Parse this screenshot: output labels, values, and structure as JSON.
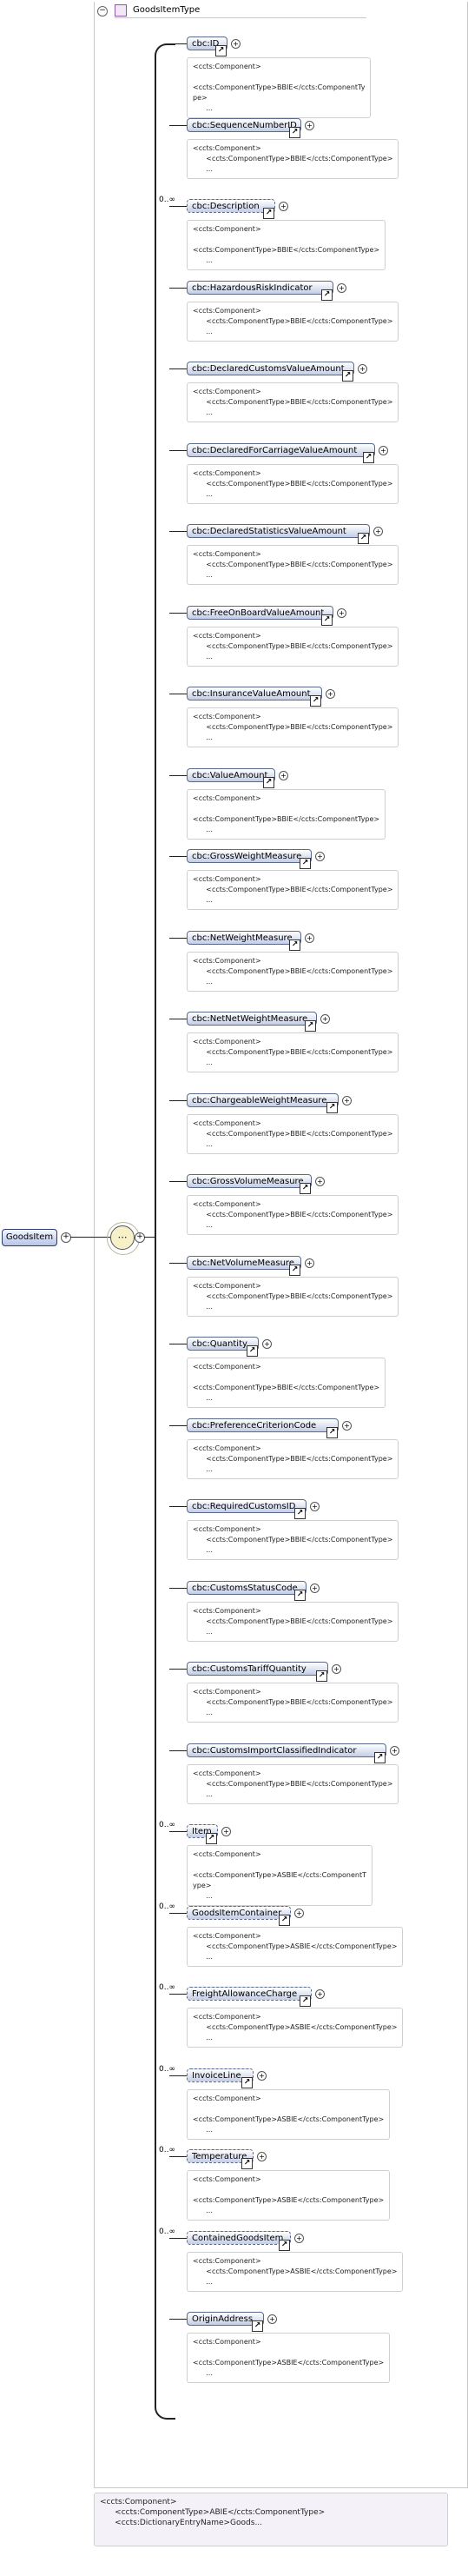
{
  "type_name": "GoodsItemType",
  "root_element": "GoodsItem",
  "collapse_symbol": "−",
  "plus_symbol": "+",
  "link_symbol": "↗",
  "seq_symbol": "⋯",
  "bottom_annotation": "<ccts:Component>\n      <ccts:ComponentType>ABIE</ccts:ComponentType>\n      <ccts:DictionaryEntryName>Goods...",
  "elements": [
    {
      "name": "cbc:ID",
      "occ": "",
      "ann": "<ccts:Component>\n\n<ccts:ComponentType>BBIE</ccts:ComponentTy\npe>\n      ..."
    },
    {
      "name": "cbc:SequenceNumberID",
      "occ": "",
      "ann": "<ccts:Component>\n      <ccts:ComponentType>BBIE</ccts:ComponentType>\n      ..."
    },
    {
      "name": "cbc:Description",
      "occ": "0..∞",
      "ann": "<ccts:Component>\n\n<ccts:ComponentType>BBIE</ccts:ComponentType>\n      ..."
    },
    {
      "name": "cbc:HazardousRiskIndicator",
      "occ": "",
      "ann": "<ccts:Component>\n      <ccts:ComponentType>BBIE</ccts:ComponentType>\n      ..."
    },
    {
      "name": "cbc:DeclaredCustomsValueAmount",
      "occ": "",
      "ann": "<ccts:Component>\n      <ccts:ComponentType>BBIE</ccts:ComponentType>\n      ..."
    },
    {
      "name": "cbc:DeclaredForCarriageValueAmount",
      "occ": "",
      "ann": "<ccts:Component>\n      <ccts:ComponentType>BBIE</ccts:ComponentType>\n      ..."
    },
    {
      "name": "cbc:DeclaredStatisticsValueAmount",
      "occ": "",
      "ann": "<ccts:Component>\n      <ccts:ComponentType>BBIE</ccts:ComponentType>\n      ..."
    },
    {
      "name": "cbc:FreeOnBoardValueAmount",
      "occ": "",
      "ann": "<ccts:Component>\n      <ccts:ComponentType>BBIE</ccts:ComponentType>\n      ..."
    },
    {
      "name": "cbc:InsuranceValueAmount",
      "occ": "",
      "ann": "<ccts:Component>\n      <ccts:ComponentType>BBIE</ccts:ComponentType>\n      ..."
    },
    {
      "name": "cbc:ValueAmount",
      "occ": "",
      "ann": "<ccts:Component>\n\n<ccts:ComponentType>BBIE</ccts:ComponentType>\n      ..."
    },
    {
      "name": "cbc:GrossWeightMeasure",
      "occ": "",
      "ann": "<ccts:Component>\n      <ccts:ComponentType>BBIE</ccts:ComponentType>\n      ..."
    },
    {
      "name": "cbc:NetWeightMeasure",
      "occ": "",
      "ann": "<ccts:Component>\n      <ccts:ComponentType>BBIE</ccts:ComponentType>\n      ..."
    },
    {
      "name": "cbc:NetNetWeightMeasure",
      "occ": "",
      "ann": "<ccts:Component>\n      <ccts:ComponentType>BBIE</ccts:ComponentType>\n      ..."
    },
    {
      "name": "cbc:ChargeableWeightMeasure",
      "occ": "",
      "ann": "<ccts:Component>\n      <ccts:ComponentType>BBIE</ccts:ComponentType>\n      ..."
    },
    {
      "name": "cbc:GrossVolumeMeasure",
      "occ": "",
      "ann": "<ccts:Component>\n      <ccts:ComponentType>BBIE</ccts:ComponentType>\n      ..."
    },
    {
      "name": "cbc:NetVolumeMeasure",
      "occ": "",
      "ann": "<ccts:Component>\n      <ccts:ComponentType>BBIE</ccts:ComponentType>\n      ..."
    },
    {
      "name": "cbc:Quantity",
      "occ": "",
      "ann": "<ccts:Component>\n\n<ccts:ComponentType>BBIE</ccts:ComponentType>\n      ..."
    },
    {
      "name": "cbc:PreferenceCriterionCode",
      "occ": "",
      "ann": "<ccts:Component>\n      <ccts:ComponentType>BBIE</ccts:ComponentType>\n      ..."
    },
    {
      "name": "cbc:RequiredCustomsID",
      "occ": "",
      "ann": "<ccts:Component>\n      <ccts:ComponentType>BBIE</ccts:ComponentType>\n      ..."
    },
    {
      "name": "cbc:CustomsStatusCode",
      "occ": "",
      "ann": "<ccts:Component>\n      <ccts:ComponentType>BBIE</ccts:ComponentType>\n      ..."
    },
    {
      "name": "cbc:CustomsTariffQuantity",
      "occ": "",
      "ann": "<ccts:Component>\n      <ccts:ComponentType>BBIE</ccts:ComponentType>\n      ..."
    },
    {
      "name": "cbc:CustomsImportClassifiedIndicator",
      "occ": "",
      "ann": "<ccts:Component>\n      <ccts:ComponentType>BBIE</ccts:ComponentType>\n      ..."
    },
    {
      "name": "Item",
      "occ": "0..∞",
      "ann": "<ccts:Component>\n\n<ccts:ComponentType>ASBIE</ccts:ComponentT\nype>\n      ..."
    },
    {
      "name": "GoodsItemContainer",
      "occ": "0..∞",
      "ann": "<ccts:Component>\n      <ccts:ComponentType>ASBIE</ccts:ComponentType>\n      ..."
    },
    {
      "name": "FreightAllowanceCharge",
      "occ": "0..∞",
      "ann": "<ccts:Component>\n      <ccts:ComponentType>ASBIE</ccts:ComponentType>\n      ..."
    },
    {
      "name": "InvoiceLine",
      "occ": "0..∞",
      "ann": "<ccts:Component>\n\n<ccts:ComponentType>ASBIE</ccts:ComponentType>\n      ..."
    },
    {
      "name": "Temperature",
      "occ": "0..∞",
      "ann": "<ccts:Component>\n\n<ccts:ComponentType>ASBIE</ccts:ComponentType>\n      ..."
    },
    {
      "name": "ContainedGoodsItem",
      "occ": "0..∞",
      "ann": "<ccts:Component>\n      <ccts:ComponentType>ASBIE</ccts:ComponentType>\n      ..."
    },
    {
      "name": "OriginAddress",
      "occ": "",
      "ann": "<ccts:Component>\n\n<ccts:ComponentType>ASBIE</ccts:ComponentType>\n      ..."
    }
  ]
}
